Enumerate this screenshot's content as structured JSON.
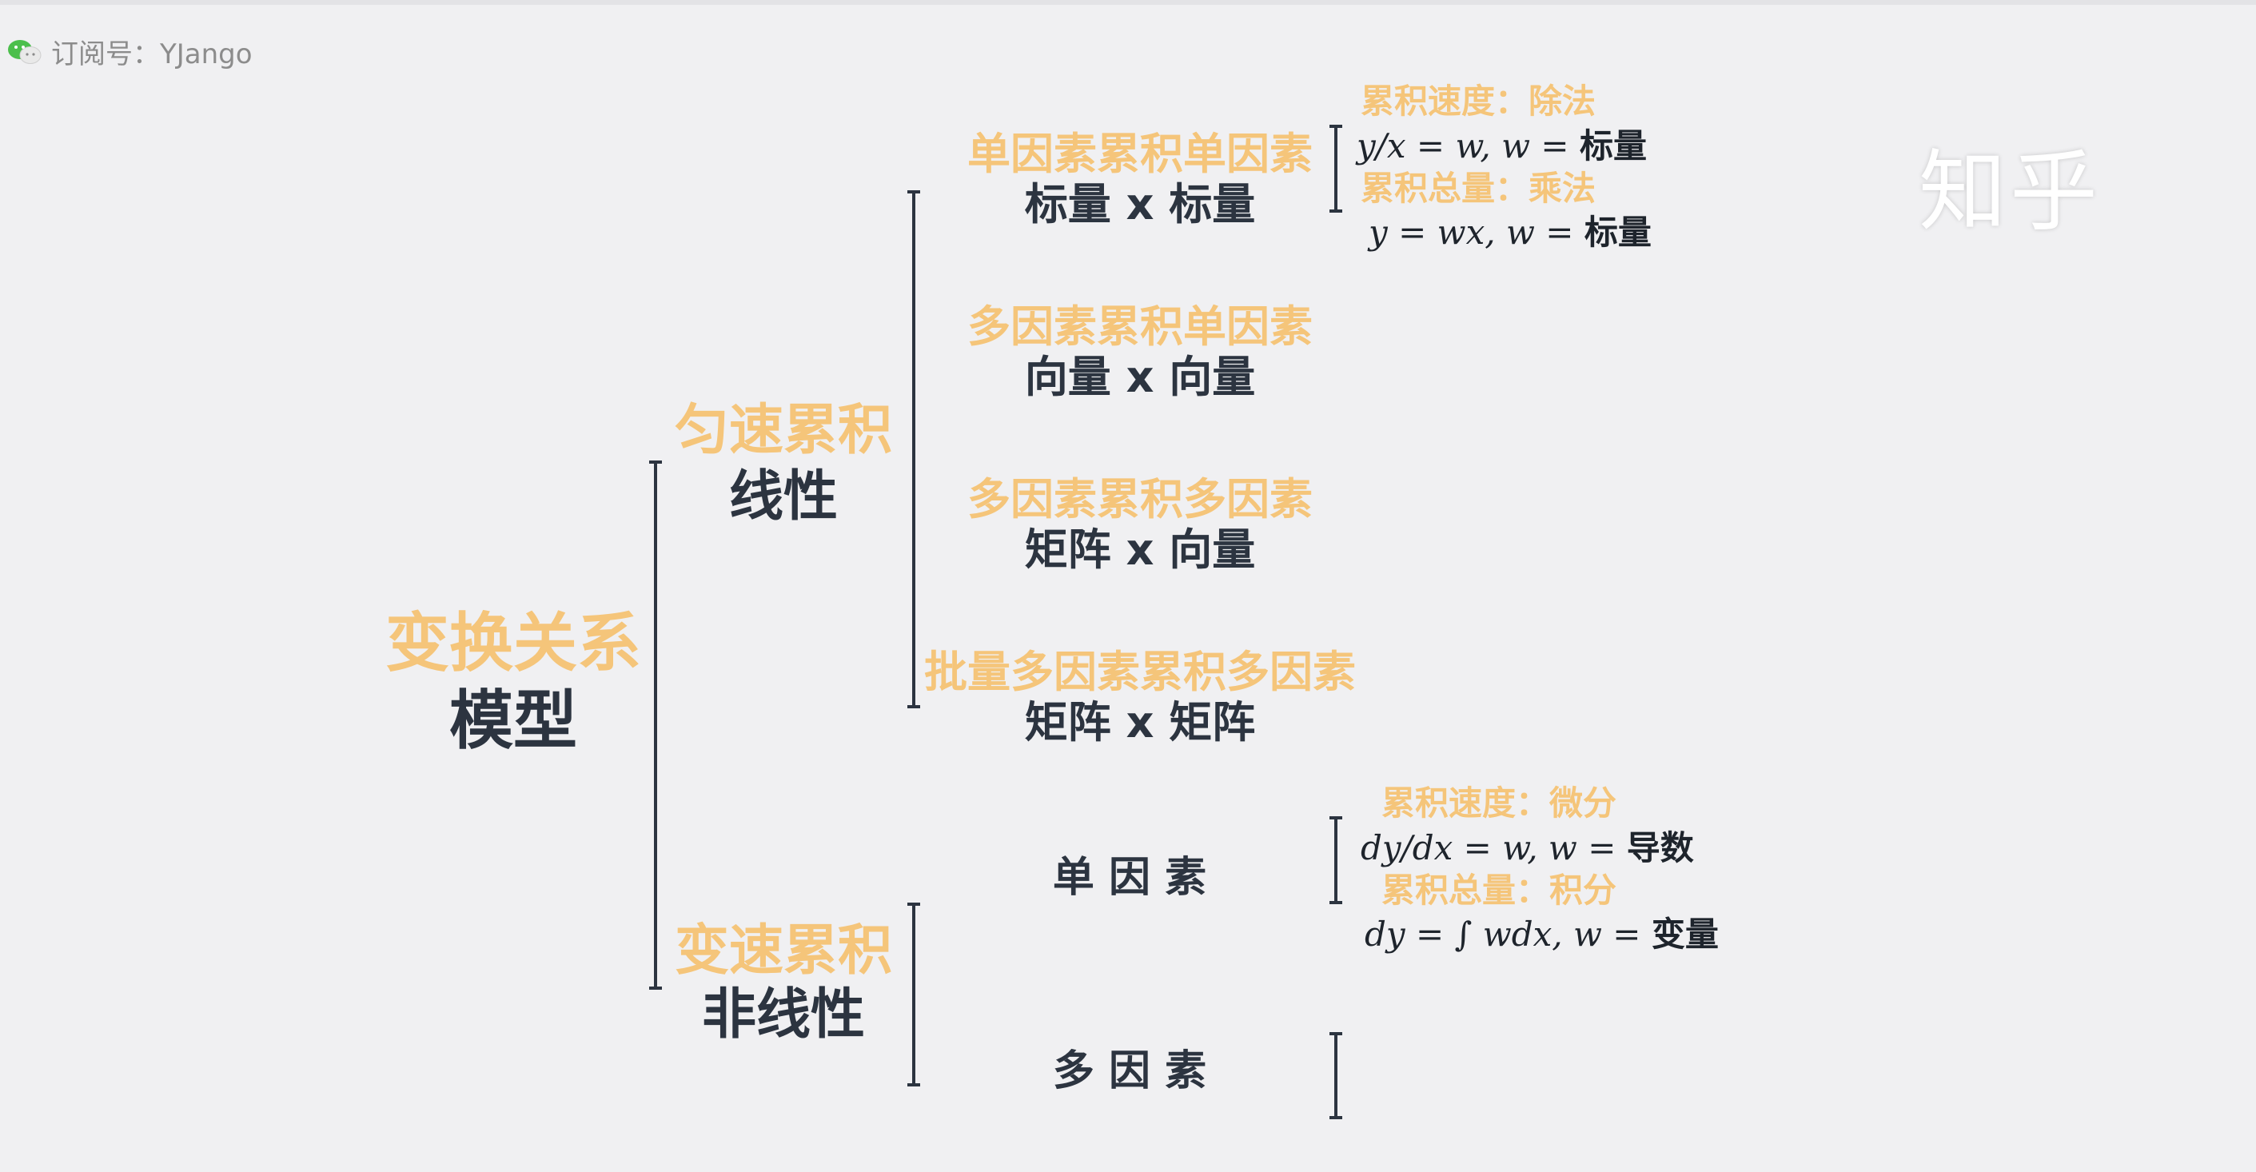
{
  "header": {
    "account_label": "订阅号：YJango",
    "watermark": "知乎"
  },
  "colors": {
    "accent": "#f5c57a",
    "text": "#2c3440",
    "bracket": "#2c3440",
    "background": "#f0f0f2"
  },
  "root": {
    "title": "变换关系",
    "subtitle": "模型"
  },
  "linear": {
    "title": "匀速累积",
    "subtitle": "线性",
    "items": [
      {
        "title": "单因素累积单因素",
        "subtitle": "标量 x 标量"
      },
      {
        "title": "多因素累积单因素",
        "subtitle": "向量 x 向量"
      },
      {
        "title": "多因素累积多因素",
        "subtitle": "矩阵 x 向量"
      },
      {
        "title": "批量多因素累积多因素",
        "subtitle": "矩阵 x 矩阵"
      }
    ],
    "notes": {
      "speed_label": "累积速度：除法",
      "speed_formula": "y/x = w, w = ",
      "speed_formula_cn": "标量",
      "total_label": "累积总量：乘法",
      "total_formula": "y = wx, w = ",
      "total_formula_cn": "标量"
    }
  },
  "nonlinear": {
    "title": "变速累积",
    "subtitle": "非线性",
    "items": [
      {
        "title": "单 因 素"
      },
      {
        "title": "多 因 素"
      }
    ],
    "notes": {
      "speed_label": "累积速度：微分",
      "speed_formula": "dy/dx = w, w = ",
      "speed_formula_cn": "导数",
      "total_label": "累积总量：积分",
      "total_formula": "dy = ∫ wdx, w = ",
      "total_formula_cn": "变量"
    }
  }
}
